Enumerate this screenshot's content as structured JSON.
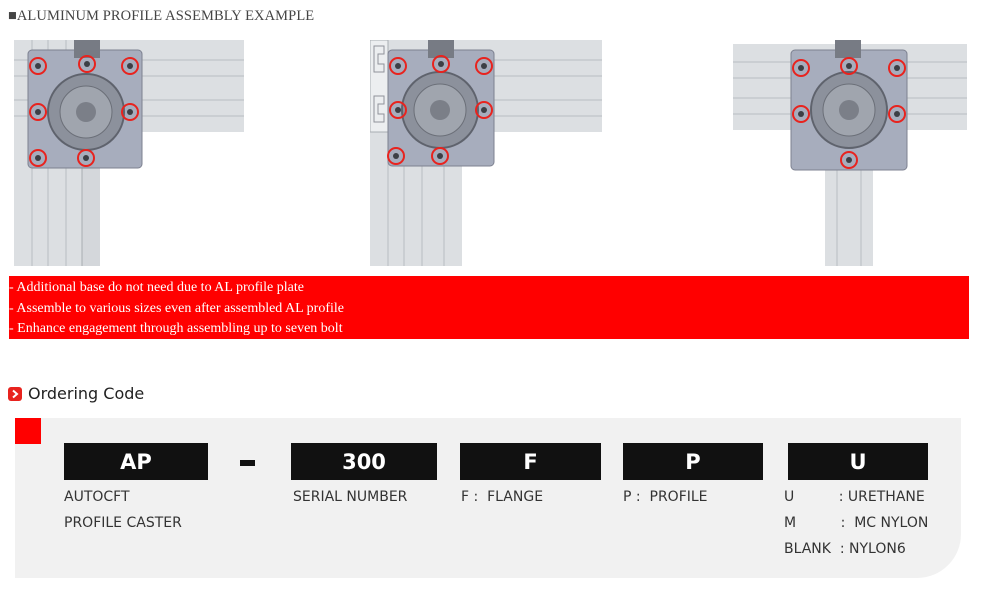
{
  "section": {
    "title": "■ALUMINUM PROFILE ASSEMBLY EXAMPLE"
  },
  "features": [
    "- Additional base do not need due to AL profile plate",
    "- Assemble to various sizes even after assembled AL profile",
    "- Enhance engagement through assembling up to seven bolt"
  ],
  "ordering": {
    "title": "Ordering Code",
    "codes": [
      {
        "code": "AP",
        "lines": [
          "AUTOCFT",
          "PROFILE CASTER"
        ]
      },
      {
        "code": "300",
        "lines": [
          "SERIAL NUMBER"
        ]
      },
      {
        "code": "F",
        "lines": [
          "F :  FLANGE"
        ]
      },
      {
        "code": "P",
        "lines": [
          "P :  PROFILE"
        ]
      },
      {
        "code": "U",
        "lines": [
          "U          : URETHANE",
          "M          :  MC NYLON",
          "BLANK  : NYLON6"
        ]
      }
    ],
    "separator": "-"
  },
  "colors": {
    "banner": "#ff0000",
    "accent": "#e8231e",
    "code_box": "#111111",
    "panel": "#f1f1f1"
  }
}
